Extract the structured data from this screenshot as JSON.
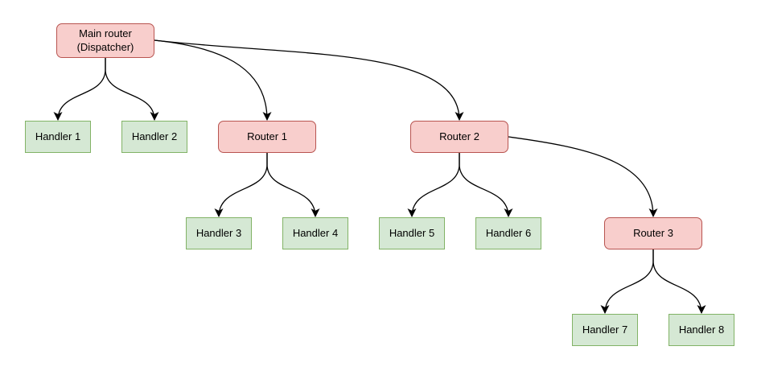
{
  "diagram": {
    "type": "tree-flowchart",
    "nodes": {
      "main_router": {
        "label": "Main router\n(Dispatcher)",
        "kind": "router"
      },
      "handler1": {
        "label": "Handler 1",
        "kind": "handler"
      },
      "handler2": {
        "label": "Handler 2",
        "kind": "handler"
      },
      "router1": {
        "label": "Router 1",
        "kind": "router"
      },
      "router2": {
        "label": "Router 2",
        "kind": "router"
      },
      "handler3": {
        "label": "Handler 3",
        "kind": "handler"
      },
      "handler4": {
        "label": "Handler 4",
        "kind": "handler"
      },
      "handler5": {
        "label": "Handler 5",
        "kind": "handler"
      },
      "handler6": {
        "label": "Handler 6",
        "kind": "handler"
      },
      "router3": {
        "label": "Router 3",
        "kind": "router"
      },
      "handler7": {
        "label": "Handler 7",
        "kind": "handler"
      },
      "handler8": {
        "label": "Handler 8",
        "kind": "handler"
      }
    },
    "edges": [
      {
        "from": "main_router",
        "to": "handler1"
      },
      {
        "from": "main_router",
        "to": "handler2"
      },
      {
        "from": "main_router",
        "to": "router1"
      },
      {
        "from": "main_router",
        "to": "router2"
      },
      {
        "from": "router1",
        "to": "handler3"
      },
      {
        "from": "router1",
        "to": "handler4"
      },
      {
        "from": "router2",
        "to": "handler5"
      },
      {
        "from": "router2",
        "to": "handler6"
      },
      {
        "from": "router2",
        "to": "router3"
      },
      {
        "from": "router3",
        "to": "handler7"
      },
      {
        "from": "router3",
        "to": "handler8"
      }
    ],
    "colors": {
      "router_fill": "#f8cecc",
      "router_border": "#b85450",
      "handler_fill": "#d5e8d4",
      "handler_border": "#82b366",
      "edge_line": "#000000",
      "text": "#000000",
      "background": "#ffffff"
    }
  }
}
